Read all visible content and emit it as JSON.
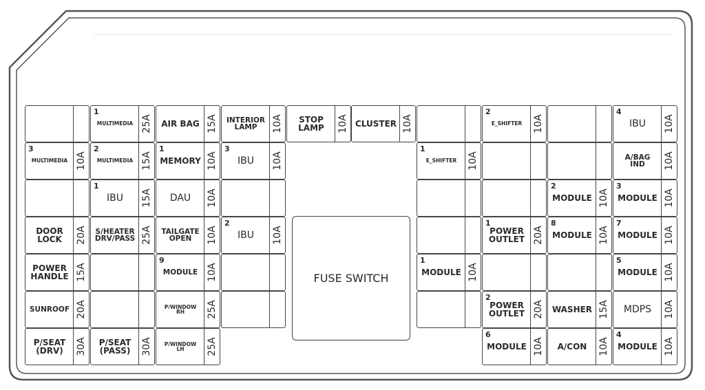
{
  "fuse_switch_label": "FUSE SWITCH",
  "rows": [
    [
      {
        "col": 0,
        "name": "",
        "num": "",
        "amp": ""
      },
      {
        "col": 1,
        "name": "MULTIMEDIA",
        "num": "1",
        "amp": "25A",
        "size": "sm"
      },
      {
        "col": 2,
        "name": "AIR BAG",
        "num": "",
        "amp": "15A"
      },
      {
        "col": 3,
        "name": "INTERIOR\nLAMP",
        "num": "",
        "amp": "10A",
        "size": "md"
      },
      {
        "col": 4,
        "name": "STOP\nLAMP",
        "num": "",
        "amp": "10A"
      },
      {
        "col": 5,
        "name": "CLUSTER",
        "num": "",
        "amp": "10A"
      },
      {
        "col": 6,
        "name": "",
        "num": "",
        "amp": ""
      },
      {
        "col": 7,
        "name": "E_SHIFTER",
        "num": "2",
        "amp": "10A",
        "size": "sm"
      },
      {
        "col": 8,
        "name": "",
        "num": "",
        "amp": ""
      },
      {
        "col": 9,
        "name": "IBU",
        "num": "4",
        "amp": "10A",
        "size": "lg"
      }
    ],
    [
      {
        "col": 0,
        "name": "MULTIMEDIA",
        "num": "3",
        "amp": "10A",
        "size": "sm"
      },
      {
        "col": 1,
        "name": "MULTIMEDIA",
        "num": "2",
        "amp": "15A",
        "size": "sm"
      },
      {
        "col": 2,
        "name": "MEMORY",
        "num": "1",
        "amp": "10A"
      },
      {
        "col": 3,
        "name": "IBU",
        "num": "3",
        "amp": "10A",
        "size": "lg"
      },
      {
        "col": 6,
        "name": "E_SHIFTER",
        "num": "1",
        "amp": "10A",
        "size": "sm"
      },
      {
        "col": 7,
        "name": "",
        "num": "",
        "amp": ""
      },
      {
        "col": 8,
        "name": "",
        "num": "",
        "amp": ""
      },
      {
        "col": 9,
        "name": "A/BAG\nIND",
        "num": "",
        "amp": "10A",
        "size": "md"
      }
    ],
    [
      {
        "col": 0,
        "name": "",
        "num": "",
        "amp": ""
      },
      {
        "col": 1,
        "name": "IBU",
        "num": "1",
        "amp": "15A",
        "size": "lg"
      },
      {
        "col": 2,
        "name": "DAU",
        "num": "",
        "amp": "10A",
        "size": "lg"
      },
      {
        "col": 3,
        "name": "",
        "num": "",
        "amp": ""
      },
      {
        "col": 6,
        "name": "",
        "num": "",
        "amp": ""
      },
      {
        "col": 7,
        "name": "",
        "num": "",
        "amp": ""
      },
      {
        "col": 8,
        "name": "MODULE",
        "num": "2",
        "amp": "10A"
      },
      {
        "col": 9,
        "name": "MODULE",
        "num": "3",
        "amp": "10A"
      }
    ],
    [
      {
        "col": 0,
        "name": "DOOR\nLOCK",
        "num": "",
        "amp": "20A"
      },
      {
        "col": 1,
        "name": "S/HEATER\nDRV/PASS",
        "num": "",
        "amp": "25A",
        "size": "md"
      },
      {
        "col": 2,
        "name": "TAILGATE\nOPEN",
        "num": "",
        "amp": "10A",
        "size": "md"
      },
      {
        "col": 3,
        "name": "IBU",
        "num": "2",
        "amp": "10A",
        "size": "lg"
      },
      {
        "col": 6,
        "name": "",
        "num": "",
        "amp": ""
      },
      {
        "col": 7,
        "name": "POWER\nOUTLET",
        "num": "1",
        "amp": "20A"
      },
      {
        "col": 8,
        "name": "MODULE",
        "num": "8",
        "amp": "10A"
      },
      {
        "col": 9,
        "name": "MODULE",
        "num": "7",
        "amp": "10A"
      }
    ],
    [
      {
        "col": 0,
        "name": "POWER\nHANDLE",
        "num": "",
        "amp": "15A"
      },
      {
        "col": 1,
        "name": "",
        "num": "",
        "amp": ""
      },
      {
        "col": 2,
        "name": "MODULE",
        "num": "9",
        "amp": "10A",
        "size": "md"
      },
      {
        "col": 3,
        "name": "",
        "num": "",
        "amp": ""
      },
      {
        "col": 6,
        "name": "MODULE",
        "num": "1",
        "amp": "10A"
      },
      {
        "col": 7,
        "name": "",
        "num": "",
        "amp": ""
      },
      {
        "col": 8,
        "name": "",
        "num": "",
        "amp": ""
      },
      {
        "col": 9,
        "name": "MODULE",
        "num": "5",
        "amp": "10A"
      }
    ],
    [
      {
        "col": 0,
        "name": "SUNROOF",
        "num": "",
        "amp": "20A",
        "size": "md"
      },
      {
        "col": 1,
        "name": "",
        "num": "",
        "amp": ""
      },
      {
        "col": 2,
        "name": "P/WINDOW\nRH",
        "num": "",
        "amp": "25A",
        "size": "sm"
      },
      {
        "col": 3,
        "name": "",
        "num": "",
        "amp": ""
      },
      {
        "col": 6,
        "name": "",
        "num": "",
        "amp": ""
      },
      {
        "col": 7,
        "name": "POWER\nOUTLET",
        "num": "2",
        "amp": "20A"
      },
      {
        "col": 8,
        "name": "WASHER",
        "num": "",
        "amp": "15A"
      },
      {
        "col": 9,
        "name": "MDPS",
        "num": "",
        "amp": "10A",
        "size": "lg"
      }
    ],
    [
      {
        "col": 0,
        "name": "P/SEAT\n(DRV)",
        "num": "",
        "amp": "30A"
      },
      {
        "col": 1,
        "name": "P/SEAT\n(PASS)",
        "num": "",
        "amp": "30A"
      },
      {
        "col": 2,
        "name": "P/WINDOW\nLH",
        "num": "",
        "amp": "25A",
        "size": "sm"
      },
      {
        "col": 7,
        "name": "MODULE",
        "num": "6",
        "amp": "10A"
      },
      {
        "col": 8,
        "name": "A/CON",
        "num": "",
        "amp": "10A"
      },
      {
        "col": 9,
        "name": "MODULE",
        "num": "4",
        "amp": "10A"
      }
    ]
  ]
}
